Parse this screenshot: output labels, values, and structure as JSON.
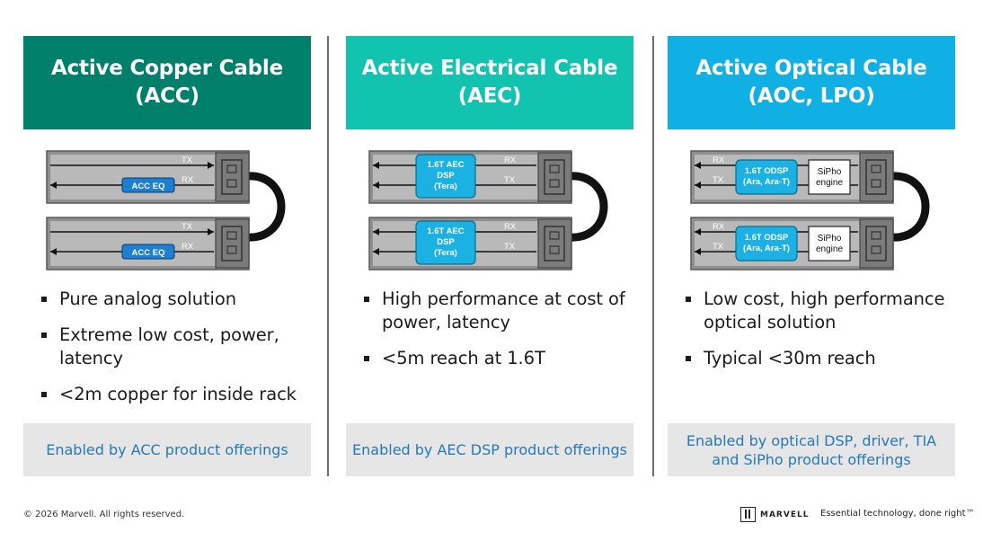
{
  "colors": {
    "acc": "#00806b",
    "aec": "#12c3b0",
    "aoc": "#10b0e4",
    "link_text": "#2679b9",
    "chip": "#1d7fd1",
    "odsp": "#1cb1e3"
  },
  "columns": [
    {
      "id": "acc",
      "title": "Active Copper Cable\n(ACC)",
      "bullets": [
        "Pure analog solution",
        "Extreme low cost, power, latency",
        "<2m copper for inside rack"
      ],
      "enabled_by": "Enabled by ACC product offerings",
      "diagram": {
        "top": {
          "line_labels": [
            "TX",
            "RX"
          ],
          "chip_lines": [
            "ACC EQ"
          ]
        },
        "bottom": {
          "line_labels": [
            "TX",
            "RX"
          ],
          "chip_lines": [
            "ACC EQ"
          ]
        }
      }
    },
    {
      "id": "aec",
      "title": "Active Electrical Cable\n(AEC)",
      "bullets": [
        "High performance at cost of power, latency",
        "<5m reach at 1.6T"
      ],
      "enabled_by": "Enabled by AEC DSP product offerings",
      "diagram": {
        "top": {
          "line_labels": [
            "RX",
            "TX"
          ],
          "chip_lines": [
            "1.6T AEC",
            "DSP",
            "(Tera)"
          ]
        },
        "bottom": {
          "line_labels": [
            "RX",
            "TX"
          ],
          "chip_lines": [
            "1.6T AEC",
            "DSP",
            "(Tera)"
          ]
        }
      }
    },
    {
      "id": "aoc",
      "title": "Active Optical Cable\n(AOC, LPO)",
      "bullets": [
        "Low cost, high performance optical solution",
        "Typical <30m reach"
      ],
      "enabled_by": "Enabled by optical DSP, driver, TIA\nand SiPho product offerings",
      "diagram": {
        "top": {
          "line_labels": [
            "RX",
            "TX"
          ],
          "chip_lines": [
            "1.6T ODSP",
            "(Ara, Ara-T)"
          ],
          "engine_lines": [
            "SiPho",
            "engine"
          ]
        },
        "bottom": {
          "line_labels": [
            "RX",
            "TX"
          ],
          "chip_lines": [
            "1.6T ODSP",
            "(Ara, Ara-T)"
          ],
          "engine_lines": [
            "SiPho",
            "engine"
          ]
        }
      }
    }
  ],
  "footer": {
    "copyright": "© 2026 Marvell. All rights reserved.",
    "brand": "MARVELL",
    "tagline": "Essential technology, done right™"
  }
}
